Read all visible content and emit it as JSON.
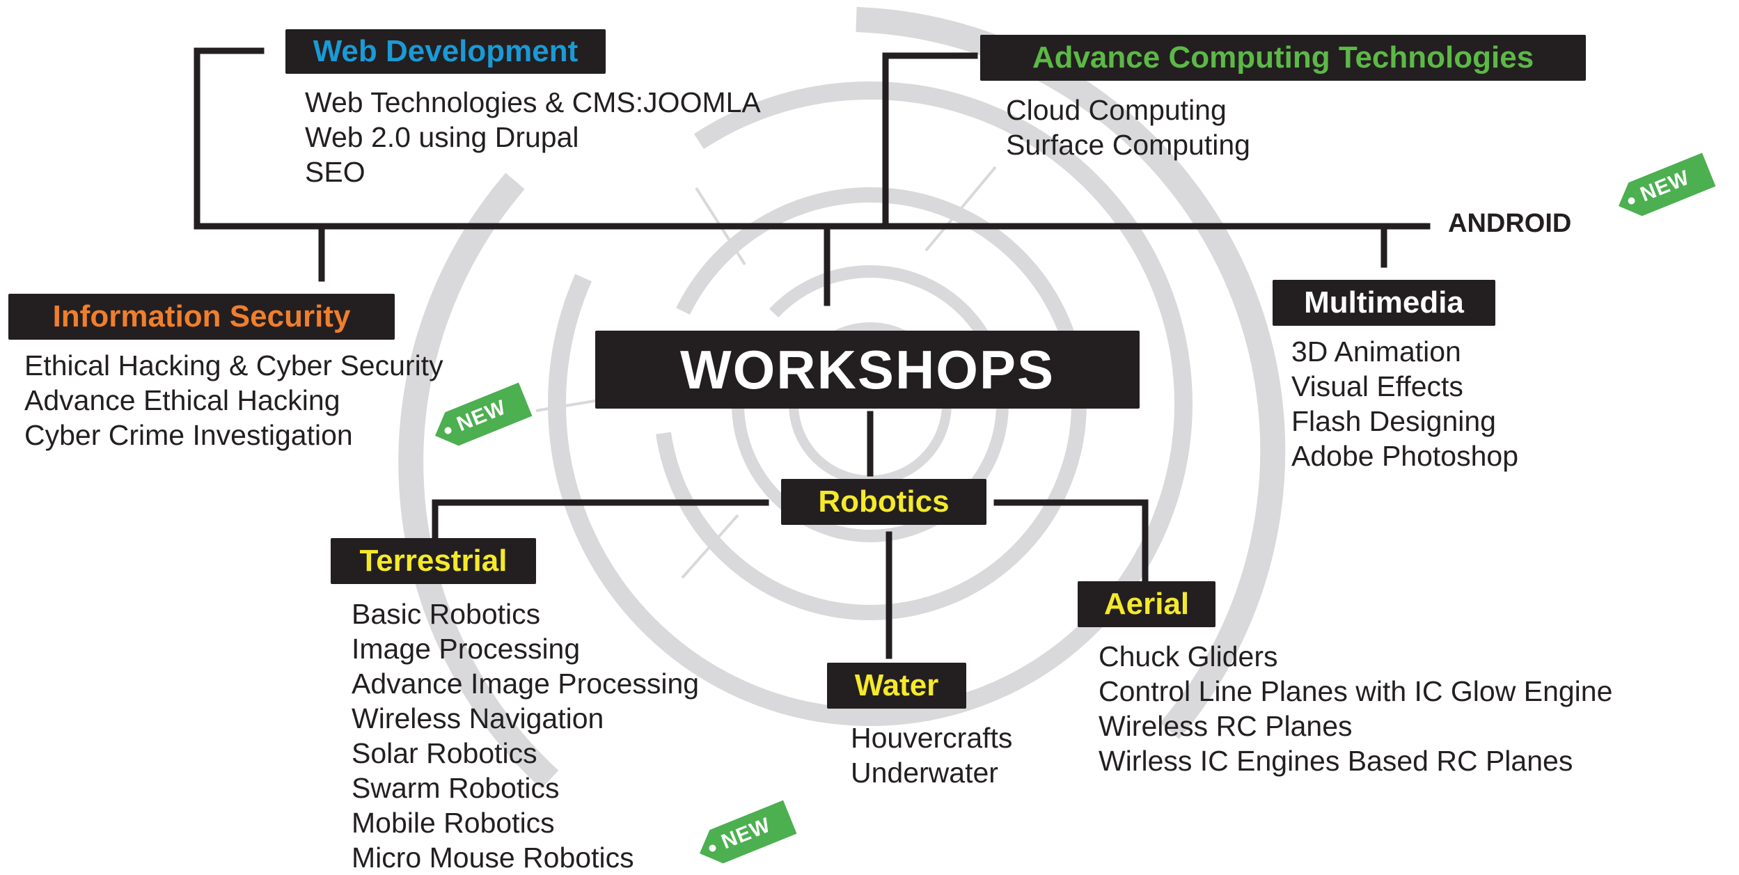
{
  "center": {
    "label": "WORKSHOPS"
  },
  "web_development": {
    "title": "Web Development",
    "title_color": "#1a9ad6",
    "items": [
      "Web Technologies & CMS:JOOMLA",
      "Web 2.0 using Drupal",
      "SEO"
    ]
  },
  "advance_computing": {
    "title": "Advance Computing Technologies",
    "title_color": "#5cb947",
    "items": [
      "Cloud Computing",
      "Surface Computing"
    ]
  },
  "android": {
    "label": "ANDROID"
  },
  "information_security": {
    "title": "Information Security",
    "title_color": "#f07f2d",
    "items": [
      "Ethical Hacking & Cyber Security",
      "Advance Ethical Hacking",
      "Cyber Crime Investigation"
    ]
  },
  "multimedia": {
    "title": "Multimedia",
    "title_color": "#ffffff",
    "items": [
      "3D Animation",
      "Visual Effects",
      "Flash Designing",
      "Adobe Photoshop"
    ]
  },
  "robotics": {
    "title": "Robotics",
    "title_color": "#f5ea2a",
    "terrestrial": {
      "title": "Terrestrial",
      "items": [
        "Basic Robotics",
        "Image Processing",
        "Advance Image Processing",
        "Wireless Navigation",
        "Solar Robotics",
        "Swarm Robotics",
        "Mobile Robotics",
        "Micro Mouse Robotics"
      ]
    },
    "water": {
      "title": "Water",
      "items": [
        "Houvercrafts",
        "Underwater"
      ]
    },
    "aerial": {
      "title": "Aerial",
      "items": [
        "Chuck Gliders",
        "Control Line Planes with IC Glow Engine",
        "Wireless RC Planes",
        "Wirless IC Engines Based RC Planes"
      ]
    }
  },
  "new_tag": {
    "label": "NEW",
    "color": "#4caf50"
  }
}
